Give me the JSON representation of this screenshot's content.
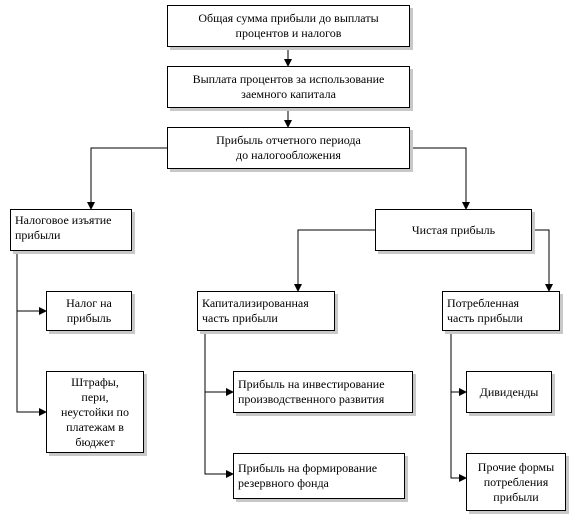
{
  "diagram": {
    "nodes": [
      {
        "id": "total_profit",
        "text": "Общая сумма прибыли до выплаты\nпроцентов и налогов"
      },
      {
        "id": "interest",
        "text": "Выплата процентов за использование\nзаемного капитала"
      },
      {
        "id": "pretax",
        "text": "Прибыль отчетного периода\nдо налогообложения"
      },
      {
        "id": "tax_withdrawal",
        "text": "Налоговое изъятие\nприбыли"
      },
      {
        "id": "net_profit",
        "text": "Чистая прибыль"
      },
      {
        "id": "income_tax",
        "text": "Налог на\nприбыль"
      },
      {
        "id": "fines",
        "text": "Штрафы,\nпери,\nнеустойки по\nплатежам в\nбюджет"
      },
      {
        "id": "capitalized",
        "text": "Капитализированная\nчасть прибыли"
      },
      {
        "id": "consumed",
        "text": "Потребленная\nчасть прибыли"
      },
      {
        "id": "investment",
        "text": "Прибыль на инвестирование\nпроизводственного развития"
      },
      {
        "id": "reserve",
        "text": "Прибыль на формирование\nрезервного фонда"
      },
      {
        "id": "dividends",
        "text": "Дивиденды"
      },
      {
        "id": "other_forms",
        "text": "Прочие формы\nпотребления\nприбыли"
      }
    ],
    "edges": [
      {
        "from": "total_profit",
        "to": "interest"
      },
      {
        "from": "interest",
        "to": "pretax"
      },
      {
        "from": "pretax",
        "to": "tax_withdrawal"
      },
      {
        "from": "pretax",
        "to": "net_profit"
      },
      {
        "from": "tax_withdrawal",
        "to": "income_tax"
      },
      {
        "from": "tax_withdrawal",
        "to": "fines"
      },
      {
        "from": "net_profit",
        "to": "capitalized"
      },
      {
        "from": "net_profit",
        "to": "consumed"
      },
      {
        "from": "capitalized",
        "to": "investment"
      },
      {
        "from": "capitalized",
        "to": "reserve"
      },
      {
        "from": "consumed",
        "to": "dividends"
      },
      {
        "from": "consumed",
        "to": "other_forms"
      }
    ]
  }
}
